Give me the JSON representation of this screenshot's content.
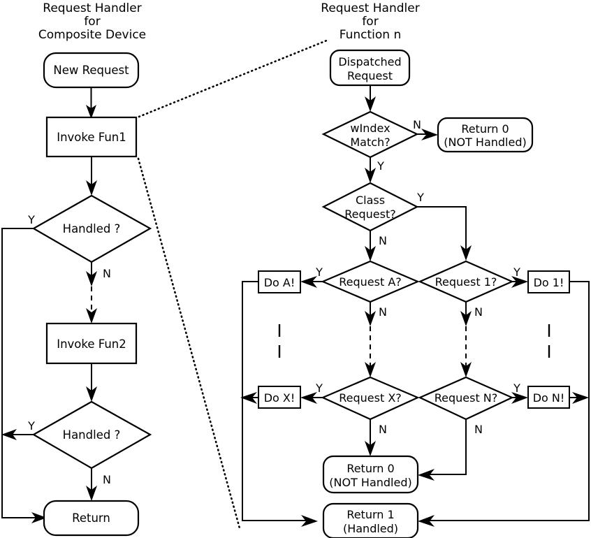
{
  "diagram": {
    "title_left_lines": [
      "Request Handler",
      "for",
      "Composite Device"
    ],
    "title_right_lines": [
      "Request Handler",
      "for",
      "Function n"
    ],
    "left_flow": {
      "new_request": "New Request",
      "invoke_fun1": "Invoke Fun1",
      "handled_1": "Handled ?",
      "handled_1_yes": "Y",
      "handled_1_no": "N",
      "invoke_fun2": "Invoke Fun2",
      "handled_2": "Handled ?",
      "handled_2_yes": "Y",
      "handled_2_no": "N",
      "return": "Return"
    },
    "right_flow": {
      "dispatched_request_line1": "Dispatched",
      "dispatched_request_line2": "Request",
      "windex_match_line1": "wIndex",
      "windex_match_line2": "Match?",
      "windex_no": "N",
      "windex_yes": "Y",
      "return0_top_line1": "Return 0",
      "return0_top_line2": "(NOT Handled)",
      "class_request_line1": "Class",
      "class_request_line2": "Request?",
      "class_yes": "Y",
      "class_no": "N",
      "request_a": "Request A?",
      "request_a_yes": "Y",
      "request_a_no": "N",
      "do_a": "Do A!",
      "request_1": "Request 1?",
      "request_1_yes": "Y",
      "request_1_no": "N",
      "do_1": "Do 1!",
      "request_x": "Request X?",
      "request_x_yes": "Y",
      "request_x_no": "N",
      "do_x": "Do X!",
      "request_n": "Request N?",
      "request_n_yes": "Y",
      "request_n_no": "N",
      "do_n": "Do N!",
      "return0_bottom_line1": "Return 0",
      "return0_bottom_line2": "(NOT Handled)",
      "return1_line1": "Return 1",
      "return1_line2": "(Handled)"
    },
    "colors": {
      "stroke": "#000000",
      "fill": "#ffffff",
      "text": "#000000"
    }
  }
}
